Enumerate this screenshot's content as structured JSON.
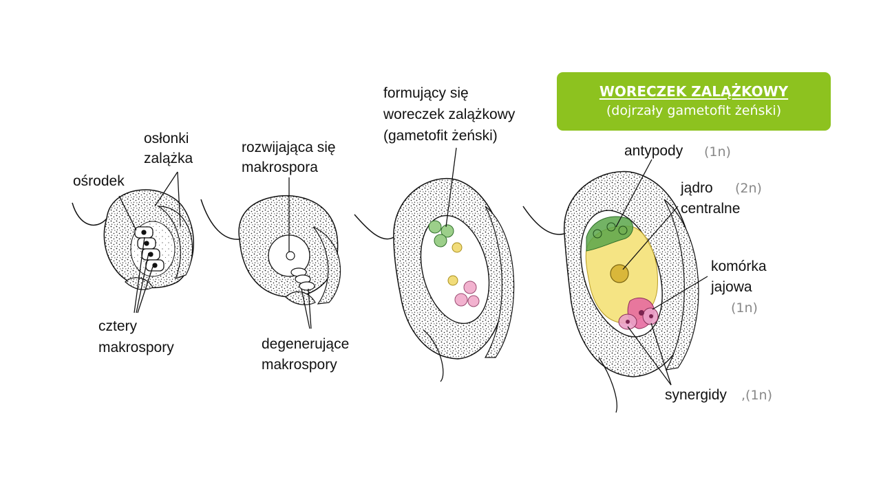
{
  "title_box": {
    "title": "WORECZEK ZALĄŻKOWY",
    "subtitle": "(dojrzały gametofit żeński)"
  },
  "labels": {
    "oslonki": [
      "osłonki",
      "zalążka"
    ],
    "osrodek": "ośrodek",
    "cztery": [
      "cztery",
      "makrospory"
    ],
    "rozwijajaca": [
      "rozwijająca się",
      "makrospora"
    ],
    "degenerujace": [
      "degenerujące",
      "makrospory"
    ],
    "formujacy": [
      "formujący się",
      "woreczek zalążkowy",
      "(gametofit żeński)"
    ],
    "antypody": "antypody",
    "jadro": [
      "jądro",
      "centralne"
    ],
    "komorka": [
      "komórka",
      "jajowa"
    ],
    "synergidy": "synergidy"
  },
  "ploidy": {
    "antypody": "(1n)",
    "jadro": "(2n)",
    "komorka": "(1n)",
    "synergidy": ",(1n)"
  },
  "colors": {
    "title_box": "#8dc21f",
    "integument_stipple": "#1a1a1a",
    "antipodal": "#5aa64a",
    "central_cell": "#f3df6e",
    "central_nucleus": "#d9b73a",
    "egg_cell": "#e76aa0",
    "synergid": "#eaa0c6",
    "line": "#111111"
  }
}
